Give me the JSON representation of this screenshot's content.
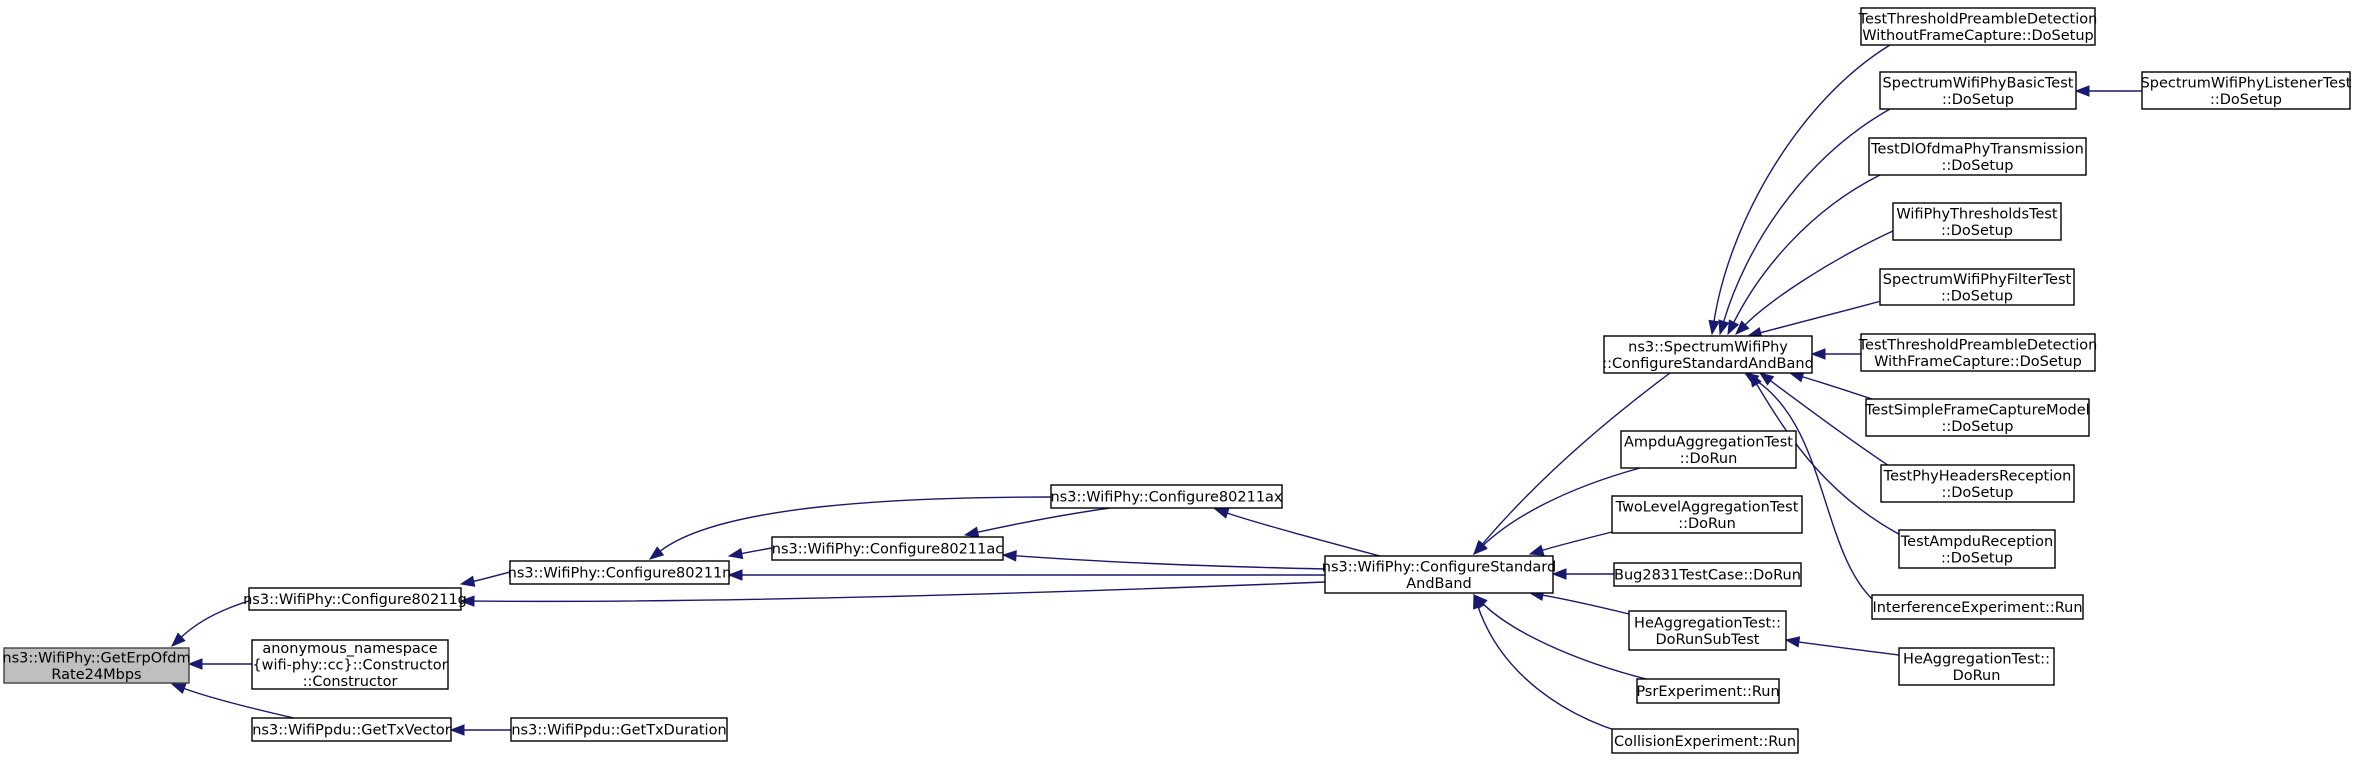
{
  "graph": {
    "title": "",
    "arrow_color": "#191970",
    "root_fill": "#bfbfbf",
    "node_fill": "#ffffff",
    "nodes": [
      {
        "id": "root",
        "lines": [
          "ns3::WifiPhy::GetErpOfdm",
          "Rate24Mbps"
        ],
        "root": true
      },
      {
        "id": "cfg11g",
        "lines": [
          "ns3::WifiPhy::Configure80211g"
        ]
      },
      {
        "id": "anon",
        "lines": [
          "anonymous_namespace",
          "{wifi-phy::cc}::Constructor",
          "::Constructor"
        ]
      },
      {
        "id": "txvec",
        "lines": [
          "ns3::WifiPpdu::GetTxVector"
        ]
      },
      {
        "id": "txdur",
        "lines": [
          "ns3::WifiPpdu::GetTxDuration"
        ]
      },
      {
        "id": "cfg11n",
        "lines": [
          "ns3::WifiPhy::Configure80211n"
        ]
      },
      {
        "id": "cfg11ac",
        "lines": [
          "ns3::WifiPhy::Configure80211ac"
        ]
      },
      {
        "id": "cfg11ax",
        "lines": [
          "ns3::WifiPhy::Configure80211ax"
        ]
      },
      {
        "id": "csab",
        "lines": [
          "ns3::WifiPhy::ConfigureStandard",
          "AndBand"
        ]
      },
      {
        "id": "spcsab",
        "lines": [
          "ns3::SpectrumWifiPhy",
          "::ConfigureStandardAndBand"
        ]
      },
      {
        "id": "ampdu",
        "lines": [
          "AmpduAggregationTest",
          "::DoRun"
        ]
      },
      {
        "id": "twolevel",
        "lines": [
          "TwoLevelAggregationTest",
          "::DoRun"
        ]
      },
      {
        "id": "bug2831",
        "lines": [
          "Bug2831TestCase::DoRun"
        ]
      },
      {
        "id": "heaggsub",
        "lines": [
          "HeAggregationTest::",
          "DoRunSubTest"
        ]
      },
      {
        "id": "psr",
        "lines": [
          "PsrExperiment::Run"
        ]
      },
      {
        "id": "collision",
        "lines": [
          "CollisionExperiment::Run"
        ]
      },
      {
        "id": "heaggrun",
        "lines": [
          "HeAggregationTest::",
          "DoRun"
        ]
      },
      {
        "id": "tpdwofc",
        "lines": [
          "TestThresholdPreambleDetection",
          "WithoutFrameCapture::DoSetup"
        ]
      },
      {
        "id": "swpbasic",
        "lines": [
          "SpectrumWifiPhyBasicTest",
          "::DoSetup"
        ]
      },
      {
        "id": "swplistener",
        "lines": [
          "SpectrumWifiPhyListenerTest",
          "::DoSetup"
        ]
      },
      {
        "id": "dlofdma",
        "lines": [
          "TestDlOfdmaPhyTransmission",
          "::DoSetup"
        ]
      },
      {
        "id": "thresholds",
        "lines": [
          "WifiPhyThresholdsTest",
          "::DoSetup"
        ]
      },
      {
        "id": "filter",
        "lines": [
          "SpectrumWifiPhyFilterTest",
          "::DoSetup"
        ]
      },
      {
        "id": "tpdwfc",
        "lines": [
          "TestThresholdPreambleDetection",
          "WithFrameCapture::DoSetup"
        ]
      },
      {
        "id": "simplefc",
        "lines": [
          "TestSimpleFrameCaptureModel",
          "::DoSetup"
        ]
      },
      {
        "id": "phyheaders",
        "lines": [
          "TestPhyHeadersReception",
          "::DoSetup"
        ]
      },
      {
        "id": "ampdurecep",
        "lines": [
          "TestAmpduReception",
          "::DoSetup"
        ]
      },
      {
        "id": "interference",
        "lines": [
          "InterferenceExperiment::Run"
        ]
      }
    ],
    "edges": [
      {
        "from": "cfg11g",
        "to": "root"
      },
      {
        "from": "anon",
        "to": "root"
      },
      {
        "from": "txvec",
        "to": "root"
      },
      {
        "from": "txdur",
        "to": "txvec"
      },
      {
        "from": "cfg11n",
        "to": "cfg11g"
      },
      {
        "from": "csab",
        "to": "cfg11g"
      },
      {
        "from": "cfg11ac",
        "to": "cfg11n"
      },
      {
        "from": "cfg11ax",
        "to": "cfg11n"
      },
      {
        "from": "csab",
        "to": "cfg11n"
      },
      {
        "from": "cfg11ax",
        "to": "cfg11ac"
      },
      {
        "from": "csab",
        "to": "cfg11ac"
      },
      {
        "from": "csab",
        "to": "cfg11ax"
      },
      {
        "from": "spcsab",
        "to": "csab"
      },
      {
        "from": "ampdu",
        "to": "csab"
      },
      {
        "from": "twolevel",
        "to": "csab"
      },
      {
        "from": "bug2831",
        "to": "csab"
      },
      {
        "from": "heaggsub",
        "to": "csab"
      },
      {
        "from": "psr",
        "to": "csab"
      },
      {
        "from": "collision",
        "to": "csab"
      },
      {
        "from": "heaggrun",
        "to": "heaggsub"
      },
      {
        "from": "tpdwofc",
        "to": "spcsab"
      },
      {
        "from": "swpbasic",
        "to": "spcsab"
      },
      {
        "from": "dlofdma",
        "to": "spcsab"
      },
      {
        "from": "thresholds",
        "to": "spcsab"
      },
      {
        "from": "filter",
        "to": "spcsab"
      },
      {
        "from": "tpdwfc",
        "to": "spcsab"
      },
      {
        "from": "simplefc",
        "to": "spcsab"
      },
      {
        "from": "phyheaders",
        "to": "spcsab"
      },
      {
        "from": "ampdurecep",
        "to": "spcsab"
      },
      {
        "from": "interference",
        "to": "spcsab"
      },
      {
        "from": "swplistener",
        "to": "swpbasic"
      }
    ]
  }
}
